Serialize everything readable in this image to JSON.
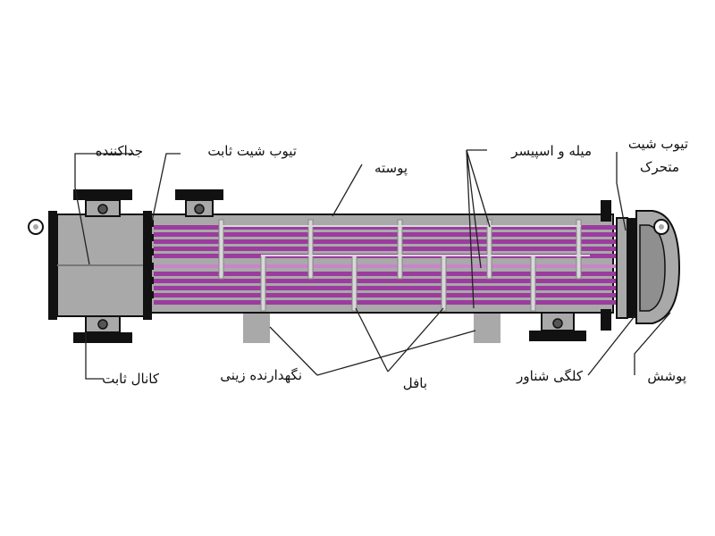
{
  "labels": {
    "divider": "جداکننده",
    "fixed_tubesheet": "تیوب شیت ثابت",
    "shell": "پوسته",
    "tie_rod_spacer": "میله و اسپیسر",
    "floating_tubesheet_line1": "تیوب شیت",
    "floating_tubesheet_line2": "متحرک",
    "fixed_channel": "کانال ثابت",
    "saddle_support": "نگهدارنده زینی",
    "baffle": "بافل",
    "floating_head": "کلگی شناور",
    "cover": "پوشش"
  },
  "colors": {
    "metal_fill": "#a9a9a9",
    "metal_dark": "#8f8f8f",
    "outline": "#111111",
    "tube_purple": "#9b3c9e",
    "tube_highlight": "#c984c9",
    "baffle_fill": "#d8d8d8",
    "leader_line": "#222222",
    "background": "#ffffff"
  }
}
